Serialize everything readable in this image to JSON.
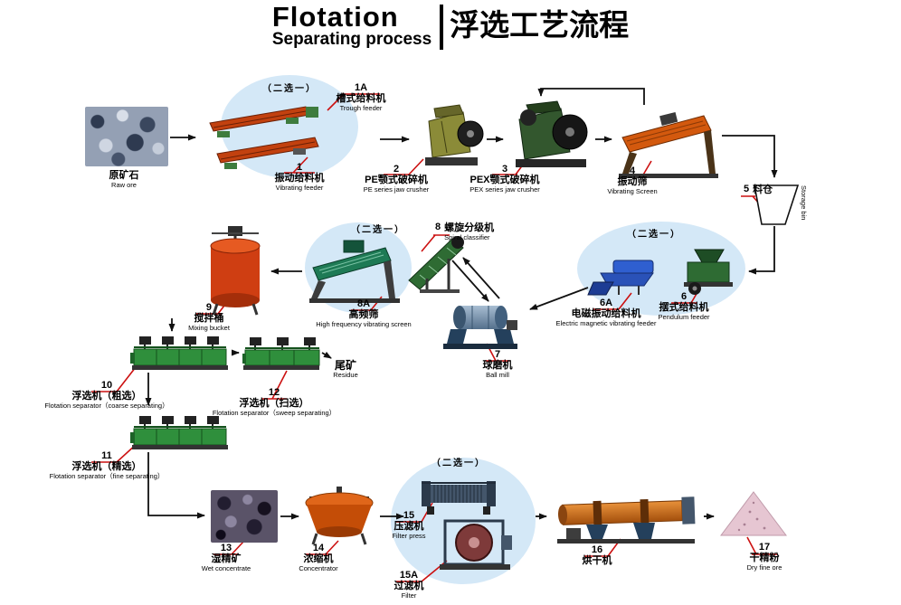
{
  "title": {
    "main": "Flotation",
    "sub": "Separating process",
    "zh": "浮选工艺流程"
  },
  "choose_one": "（二选一）",
  "colors": {
    "leader_red": "#cc1111",
    "arrow_black": "#111111",
    "highlight_ellipse": "#d4e8f7"
  },
  "nodes": {
    "raw_ore": {
      "zh": "原矿石",
      "en": "Raw ore"
    },
    "trough_feeder": {
      "num": "1A",
      "zh": "槽式给料机",
      "en": "Trough feeder"
    },
    "vibrating_feeder": {
      "num": "1",
      "zh": "振动给料机",
      "en": "Vibrating feeder"
    },
    "pe_jaw_crusher": {
      "num": "2",
      "zh": "PE颚式破碎机",
      "en": "PE series jaw crusher"
    },
    "pex_jaw_crusher": {
      "num": "3",
      "zh": "PEX颚式破碎机",
      "en": "PEX series jaw crusher"
    },
    "vibrating_screen": {
      "num": "4",
      "zh": "振动筛",
      "en": "Vibrating Screen"
    },
    "storage_bin": {
      "num": "5",
      "zh": "料仓",
      "en": "Storage bin"
    },
    "em_vibrating_feeder": {
      "num": "6A",
      "zh": "电磁振动给料机",
      "en": "Electric magnetic vibrating feeder"
    },
    "pendulum_feeder": {
      "num": "6",
      "zh": "摆式给料机",
      "en": "Pendulum feeder"
    },
    "ball_mill": {
      "num": "7",
      "zh": "球磨机",
      "en": "Ball mill"
    },
    "spiral_classifier": {
      "num": "8",
      "zh": "螺旋分级机",
      "en": "Spiral classifier"
    },
    "hf_screen": {
      "num": "8A",
      "zh": "高频筛",
      "en": "High frequency vibrating screen"
    },
    "mixing_bucket": {
      "num": "9",
      "zh": "搅拌桶",
      "en": "Mixing bucket"
    },
    "flotation_coarse": {
      "num": "10",
      "zh": "浮选机（粗选）",
      "en": "Flotation separator（coarse separating）"
    },
    "flotation_fine": {
      "num": "11",
      "zh": "浮选机（精选）",
      "en": "Flotation separator（fine separating）"
    },
    "flotation_sweep": {
      "num": "12",
      "zh": "浮选机（扫选）",
      "en": "Flotation separator（sweep separating）"
    },
    "residue": {
      "zh": "尾矿",
      "en": "Residue"
    },
    "wet_concentrate": {
      "num": "13",
      "zh": "湿精矿",
      "en": "Wet concentrate"
    },
    "concentrator": {
      "num": "14",
      "zh": "浓缩机",
      "en": "Concentrator"
    },
    "filter_press": {
      "num": "15",
      "zh": "压滤机",
      "en": "Filter press"
    },
    "filter": {
      "num": "15A",
      "zh": "过滤机",
      "en": "Filter"
    },
    "dryer": {
      "num": "16",
      "zh": "烘干机",
      "en": ""
    },
    "dry_fine_ore": {
      "num": "17",
      "zh": "干精粉",
      "en": "Dry fine ore"
    }
  }
}
